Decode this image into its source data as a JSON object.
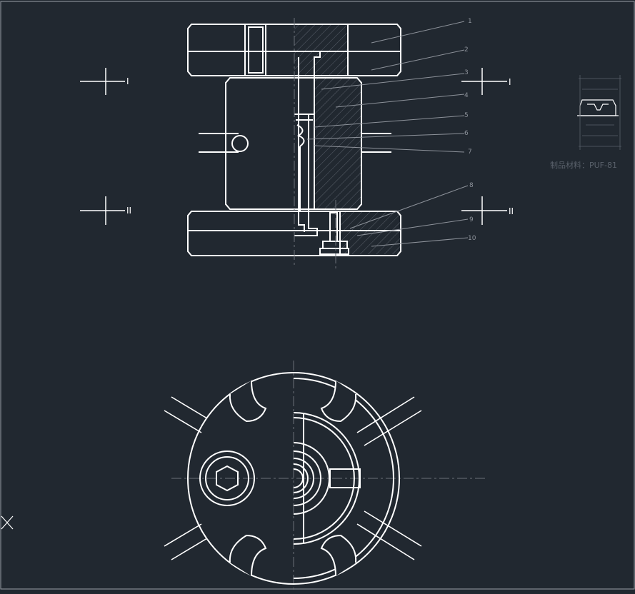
{
  "colors": {
    "background": "#212830",
    "linework": "#ffffff",
    "leader": "#8d929a",
    "hatch": "#59606a",
    "centerline": "#6b7078",
    "frame": "#9aa0a8"
  },
  "section_marks": {
    "top_left": "I",
    "top_right": "I",
    "bottom_left": "II",
    "bottom_right": "II"
  },
  "part_callouts": [
    "1",
    "2",
    "3",
    "4",
    "5",
    "6",
    "7",
    "8",
    "9",
    "10"
  ],
  "product_note": "制品材料：PUF-81",
  "cursor_icon": "crosshair-x-icon"
}
